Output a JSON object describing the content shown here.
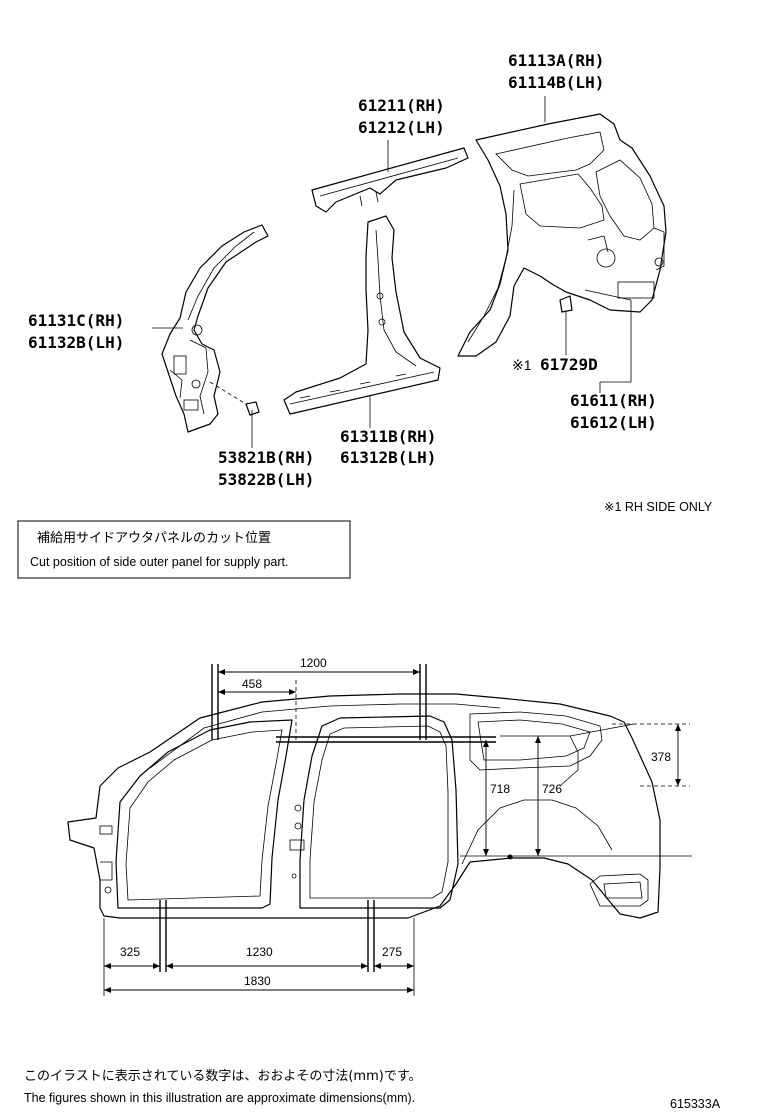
{
  "labels": {
    "roof_side_rh": "61113A(RH)",
    "roof_side_lh": "61114B(LH)",
    "roof_rail_rh": "61211(RH)",
    "roof_rail_lh": "61212(LH)",
    "front_pillar_rh": "61131C(RH)",
    "front_pillar_lh": "61132B(LH)",
    "bracket_rh": "53821B(RH)",
    "bracket_lh": "53822B(LH)",
    "center_pillar_rh": "61311B(RH)",
    "center_pillar_lh": "61312B(LH)",
    "clip_marker": "※1",
    "clip": "61729D",
    "quarter_panel_rh": "61611(RH)",
    "quarter_panel_lh": "61612(LH)"
  },
  "footnote_rh": "※1 RH SIDE ONLY",
  "cut_box": {
    "jp": "補給用サイドアウタパネルのカット位置",
    "en": "Cut position of side outer panel for supply part."
  },
  "dimensions": {
    "d1200": "1200",
    "d458": "458",
    "d378": "378",
    "d718": "718",
    "d726": "726",
    "d325": "325",
    "d1230": "1230",
    "d275": "275",
    "d1830": "1830"
  },
  "footer": {
    "jp": "このイラストに表示されている数字は、おおよその寸法(mm)です。",
    "en": "The figures shown in this illustration are approximate dimensions(mm).",
    "code": "615333A"
  }
}
